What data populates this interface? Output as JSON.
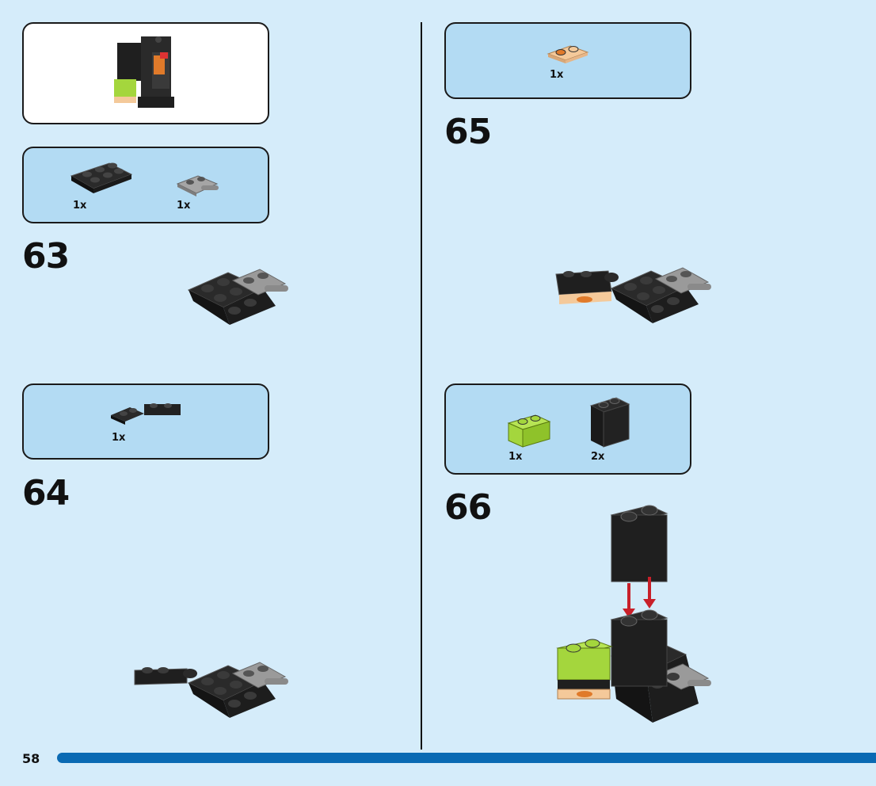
{
  "page": {
    "number": "58"
  },
  "steps": [
    {
      "number": "63",
      "parts": [
        {
          "qty": "1x",
          "name": "black-plate-2x3-icon"
        },
        {
          "qty": "1x",
          "name": "grey-plate-with-bars-icon"
        }
      ]
    },
    {
      "number": "64",
      "parts": [
        {
          "qty": "1x",
          "name": "black-hinge-plate-icon"
        }
      ]
    },
    {
      "number": "65",
      "parts": [
        {
          "qty": "1x",
          "name": "tan-printed-plate-icon"
        }
      ]
    },
    {
      "number": "66",
      "parts": [
        {
          "qty": "1x",
          "name": "lime-brick-1x2-icon"
        },
        {
          "qty": "2x",
          "name": "black-brick-1x2x2-icon"
        }
      ]
    }
  ],
  "colors": {
    "background": "#d5ecfa",
    "parts_box": "#b3dbf3",
    "progress_bar": "#0a6ab3",
    "arrow": "#c8202a",
    "lime": "#a4d63d",
    "black_part": "#1f1f1f",
    "grey_part": "#9a9a9a",
    "tan": "#f4c99a"
  }
}
